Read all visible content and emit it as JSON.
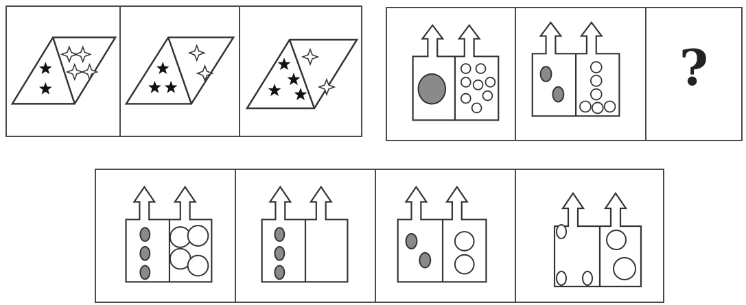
{
  "question_mark": "?",
  "colors": {
    "stroke": "#333333",
    "frame": "#4a4a4a",
    "filled_oval": "#8a8a8a"
  },
  "sequence": [
    {
      "shape": "parallelogram-split",
      "left_black_stars": 2,
      "right_white_stars": 4
    },
    {
      "shape": "parallelogram-split",
      "left_black_stars": 3,
      "right_white_stars": 2
    },
    {
      "shape": "parallelogram-split",
      "left_black_stars": 4,
      "right_white_stars": 2
    },
    {
      "shape": "two-arrow-box",
      "left_filled_ovals": 1,
      "right_hollow_circles": 8
    },
    {
      "shape": "two-arrow-box",
      "left_filled_ovals": 2,
      "right_hollow_circles": 6
    },
    {
      "shape": "unknown"
    }
  ],
  "options": [
    {
      "shape": "two-arrow-box",
      "left_filled_ovals": 3,
      "right_hollow_circles": 4
    },
    {
      "shape": "two-arrow-box",
      "left_filled_ovals": 3,
      "right_hollow_circles": 0
    },
    {
      "shape": "two-arrow-box",
      "left_filled_ovals": 2,
      "right_hollow_circles": 2
    },
    {
      "shape": "two-arrow-box",
      "left_hollow_ovals": 3,
      "right_hollow_circles": 2
    }
  ]
}
